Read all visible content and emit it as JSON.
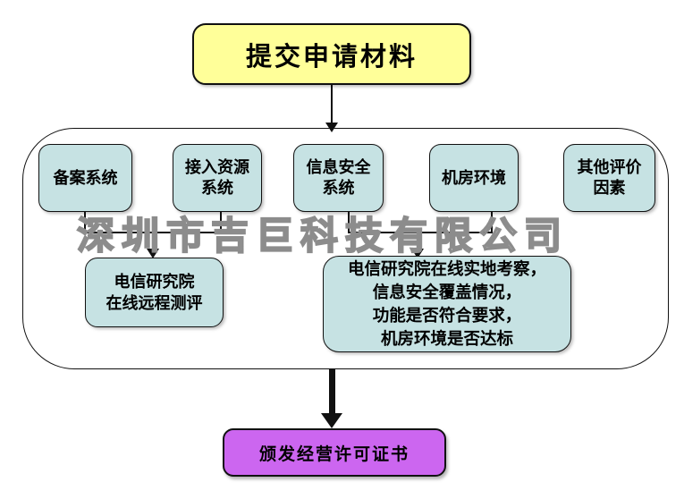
{
  "colors": {
    "yellow": "#ffff99",
    "teal": "#c6e2e3",
    "purple": "#cc66f0",
    "line": "#111111",
    "wm": "#8c8c8c",
    "bg": "#ffffff"
  },
  "flow": {
    "start_box": {
      "label": "提交申请材料"
    },
    "evaluation_group": {
      "system_boxes": [
        {
          "label": "备案系统"
        },
        {
          "label": "接入资源\n系统"
        },
        {
          "label": "信息安全\n系统"
        },
        {
          "label": "机房环境"
        },
        {
          "label": "其他评价\n因素"
        }
      ],
      "remote_eval_box": {
        "label": "电信研究院\n在线远程测评"
      },
      "onsite_eval_box": {
        "label": "电信研究院在线实地考察，\n信息安全覆盖情况，\n功能是否符合要求，\n机房环境是否达标"
      }
    },
    "end_box": {
      "label": "颁发经营许可证书"
    },
    "watermark": {
      "text": "深圳市吉巨科技有限公司"
    }
  }
}
